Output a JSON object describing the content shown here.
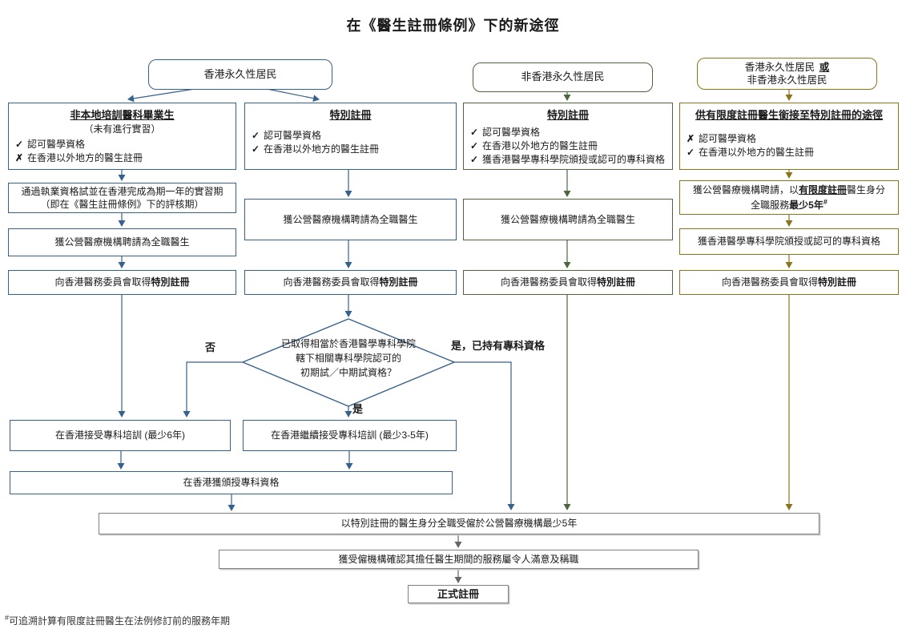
{
  "title": "在《醫生註冊條例》下的新途徑",
  "top": {
    "hkpr": "香港永久性居民",
    "non_hkpr": "非香港永久性居民",
    "either_l1": "香港永久性居民",
    "either_or": "或",
    "either_l2": "非香港永久性居民"
  },
  "col1": {
    "criteria_title": "非本地培訓醫科畢業生",
    "criteria_subtitle": "（未有進行實習）",
    "c1_mark": "✓",
    "c1_text": "認可醫學資格",
    "c2_mark": "✗",
    "c2_text": "在香港以外地方的醫生註冊",
    "step1_l1": "通過執業資格試並在香港完成為期一年的實習期",
    "step1_l2": "（即在《醫生註冊條例》下的評核期）",
    "step2": "獲公營醫療機構聘請為全職醫生",
    "step3_pre": "向香港醫務委員會取得",
    "step3_bold": "特別註冊"
  },
  "col2": {
    "criteria_title": "特別註冊",
    "c1_mark": "✓",
    "c1_text": "認可醫學資格",
    "c2_mark": "✓",
    "c2_text": "在香港以外地方的醫生註冊",
    "step1": "獲公營醫療機構聘請為全職醫生",
    "step2_pre": "向香港醫務委員會取得",
    "step2_bold": "特別註冊"
  },
  "col3": {
    "criteria_title": "特別註冊",
    "c1_mark": "✓",
    "c1_text": "認可醫學資格",
    "c2_mark": "✓",
    "c2_text": "在香港以外地方的醫生註冊",
    "c3_mark": "✓",
    "c3_text": "獲香港醫學專科學院頒授或認可的專科資格",
    "step1": "獲公營醫療機構聘請為全職醫生",
    "step2_pre": "向香港醫務委員會取得",
    "step2_bold": "特別註冊"
  },
  "col4": {
    "criteria_title": "供有限度註冊醫生銜接至特別註冊的途徑",
    "c1_mark": "✗",
    "c1_text": "認可醫學資格",
    "c2_mark": "✓",
    "c2_text": "在香港以外地方的醫生註冊",
    "step1_p1": "獲公營醫療機構聘請，以",
    "step1_p2": "有限度註冊",
    "step1_p3": "醫生身分",
    "step1_p4": "全職服務",
    "step1_p5": "最少5年",
    "step1_sup": "#",
    "step2": "獲香港醫學專科學院頒授或認可的專科資格",
    "step3_pre": "向香港醫務委員會取得",
    "step3_bold": "特別註冊"
  },
  "decision": {
    "l1": "已取得相當於香港醫學專科學院",
    "l2": "轄下相關專科學院認可的",
    "l3": "初期試／中期試資格？",
    "no": "否",
    "yes": "是",
    "yes_specialist": "是，已持有專科資格"
  },
  "training": {
    "left": "在香港接受專科培訓 (最少6年)",
    "right": "在香港繼續接受專科培訓 (最少3-5年)",
    "award": "在香港獲頒授專科資格"
  },
  "bottom": {
    "service": "以特別註冊的醫生身分全職受僱於公營醫療機構最少5年",
    "confirm": "獲受僱機構確認其擔任醫生期間的服務屬令人滿意及稱職",
    "final": "正式註冊"
  },
  "footnote_sup": "#",
  "footnote": "可追溯計算有限度註冊醫生在法例修訂前的服務年期",
  "colors": {
    "blue": "#35618e",
    "green": "#4e663e",
    "gold": "#8a7519",
    "gray": "#808080"
  }
}
